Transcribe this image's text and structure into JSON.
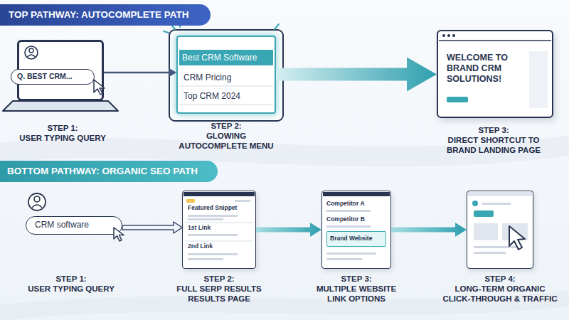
{
  "diagram": {
    "nodes": [
      {
        "text": [
          "TOP PATHWAY: AUTOCOMPLETE PATH"
        ]
      },
      {
        "text": [
          "Q. BEST CRM...",
          "STEP 1:",
          "USER TYPING QUERY"
        ]
      },
      {
        "text": [
          "Best CRM Software",
          "CRM Pricing",
          "Top CRM 2024",
          "STEP 2:",
          "GLOWING AUTOCOMPLETE MENU"
        ]
      },
      {
        "text": [
          "WELCOME TO BRAND CRM SOLUTIONS!",
          "STEP 3:",
          "DIRECT SHORTCUT TO BRAND LANDING PAGE"
        ]
      },
      {
        "text": [
          "BOTTOM PATHWAY: ORGANIC SEO PATH"
        ]
      },
      {
        "text": [
          "CRM software",
          "STEP 1:",
          "USER TYPING QUERY"
        ]
      },
      {
        "text": [
          "Featured Snippet",
          "1st Link",
          "2nd Link",
          "STEP 2:",
          "FULL SERP RESULTS RESULTS PAGE"
        ]
      },
      {
        "text": [
          "Competitor A",
          "Competitor B",
          "STEP 3:",
          "MULTIPLE WEBSITE LINK OPTIONS"
        ]
      },
      {
        "text": [
          "Brand Website"
        ],
        "in": 7
      },
      {
        "text": [
          "STEP 4:",
          "LONG-TERM ORGANIC CLICK-THROUGH & TRAFFIC"
        ]
      }
    ],
    "edges": [
      {
        "from": 1,
        "to": 2,
        "arrow": "to"
      },
      {
        "from": 2,
        "to": 3,
        "arrow": "to"
      },
      {
        "from": 5,
        "to": 6,
        "arrow": "to"
      },
      {
        "from": 6,
        "to": 7,
        "arrow": "to"
      },
      {
        "from": 7,
        "to": 9,
        "arrow": "to"
      }
    ]
  }
}
